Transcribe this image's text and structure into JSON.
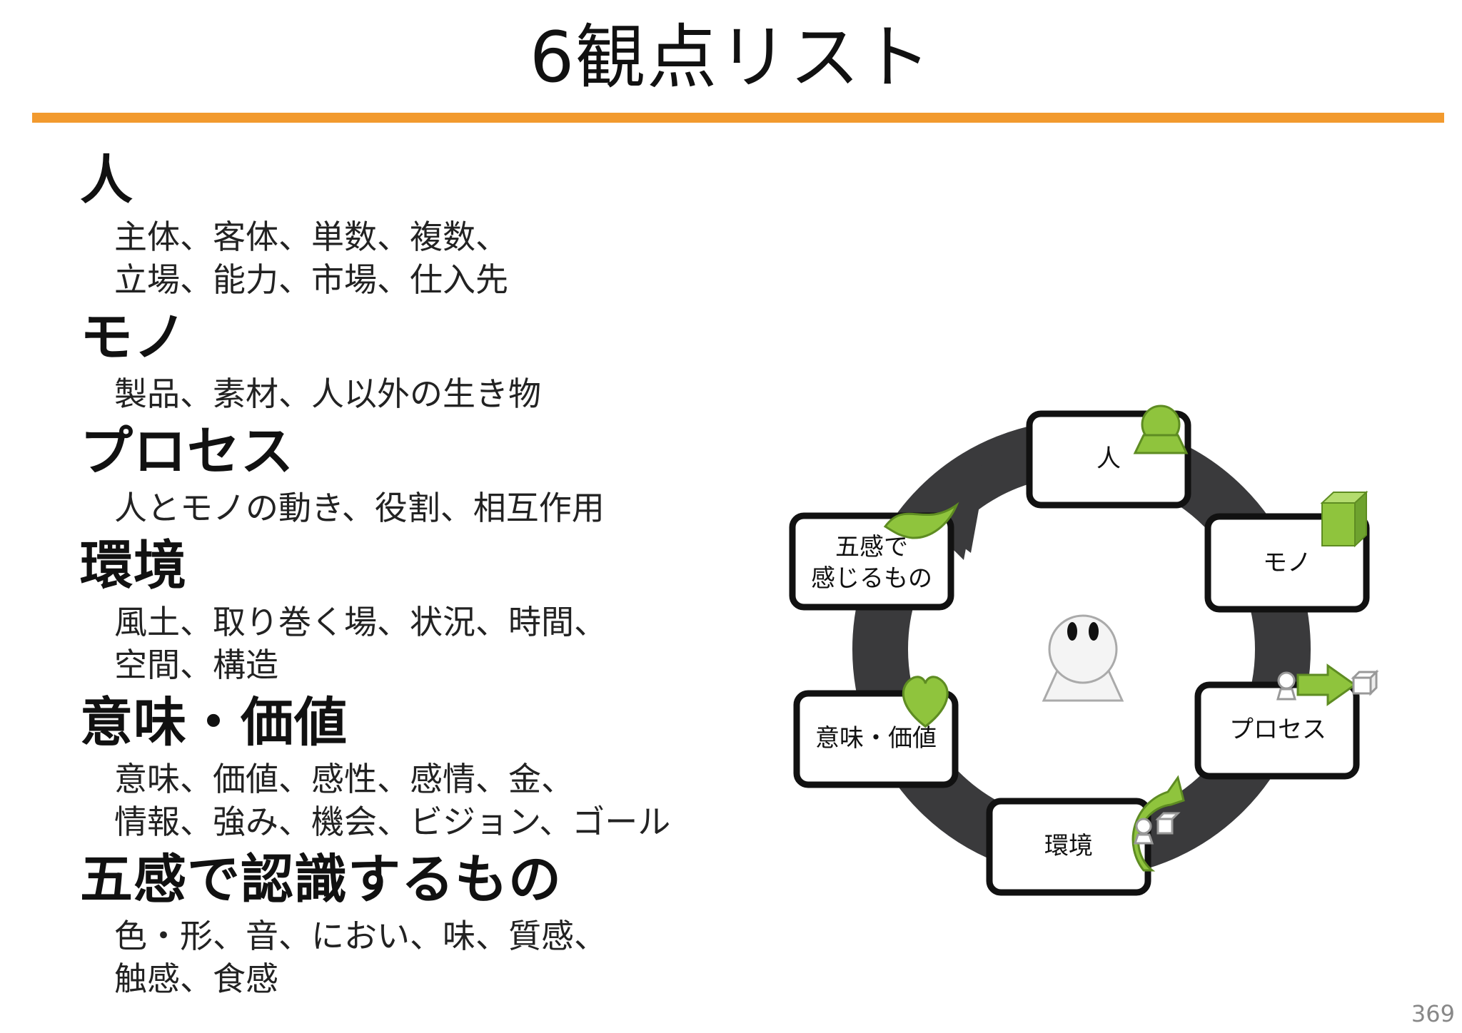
{
  "slide": {
    "title": "6観点リスト",
    "page_number": "369",
    "accent_color": "#f29a2e"
  },
  "categories": [
    {
      "heading": "人",
      "description": "主体、客体、単数、複数、\n立場、能力、市場、仕入先"
    },
    {
      "heading": "モノ",
      "description": "製品、素材、人以外の生き物"
    },
    {
      "heading": "プロセス",
      "description": "人とモノの動き、役割、相互作用"
    },
    {
      "heading": "環境",
      "description": "風土、取り巻く場、状況、時間、\n空間、構造"
    },
    {
      "heading": "意味・価値",
      "description": "意味、価値、感性、感情、金、\n情報、強み、機会、ビジョン、ゴール"
    },
    {
      "heading": "五感で認識するもの",
      "description": "色・形、音、におい、味、質感、\n触感、食感"
    }
  ],
  "cycle_diagram": {
    "ring_color": "#3a3a3c",
    "icon_color": "#8fc43d",
    "nodes": {
      "person": "人",
      "thing": "モノ",
      "process": "プロセス",
      "environment": "環境",
      "meaning": "意味・価値",
      "senses_line1": "五感で",
      "senses_line2": "感じるもの"
    },
    "icons": [
      "person-icon",
      "cube-icon",
      "arrow-process-icon",
      "curved-arrow-icon",
      "heart-icon",
      "leaf-icon",
      "mascot-icon"
    ]
  }
}
